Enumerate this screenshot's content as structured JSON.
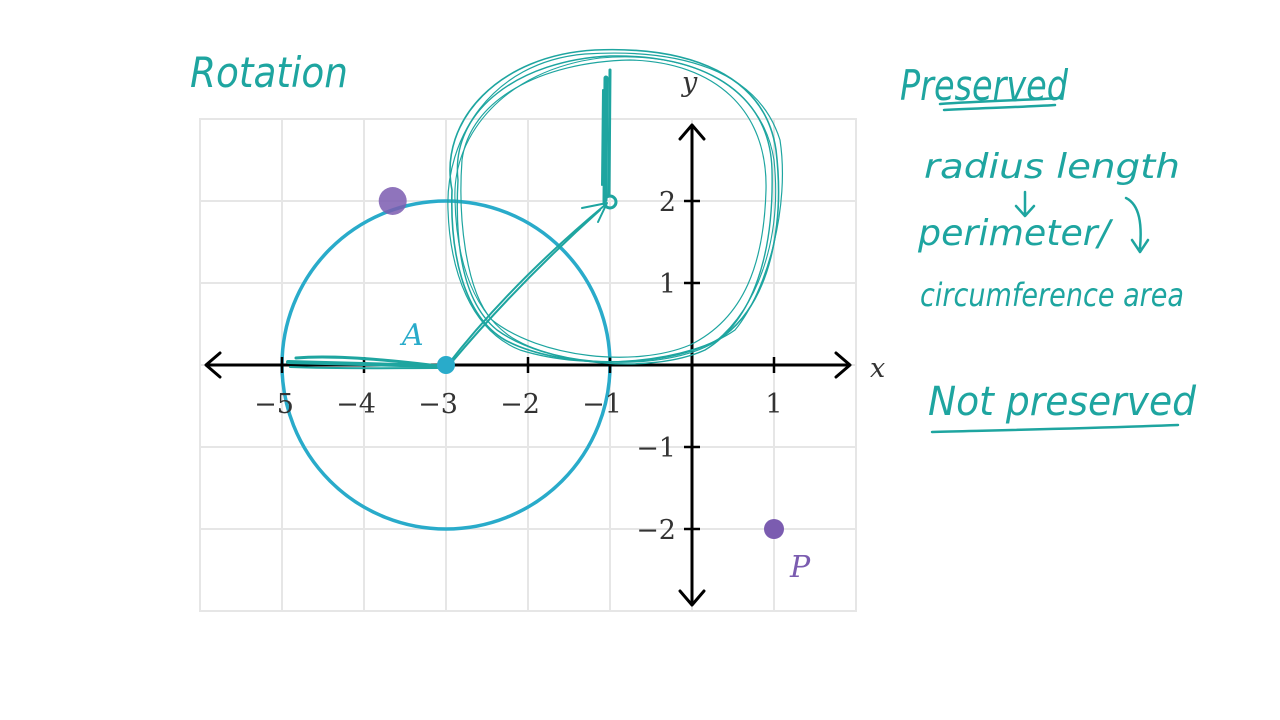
{
  "title": "Rotation",
  "colors": {
    "ink": "#1ea5a0",
    "circle": "#29abca",
    "purple": "#7b5cb0",
    "grid": "#e6e6e6",
    "axis": "#000000",
    "text": "#333333"
  },
  "graph": {
    "x_axis_label": "x",
    "y_axis_label": "y",
    "x_range": [
      -6,
      2
    ],
    "y_range": [
      -3,
      3
    ],
    "x_tick_labels": [
      {
        "value": -5,
        "text": "−5"
      },
      {
        "value": -4,
        "text": "−4"
      },
      {
        "value": -3,
        "text": "−3"
      },
      {
        "value": -2,
        "text": "−2"
      },
      {
        "value": -1,
        "text": "−1"
      },
      {
        "value": 1,
        "text": "1"
      }
    ],
    "y_tick_labels": [
      {
        "value": 2,
        "text": "2"
      },
      {
        "value": 1,
        "text": "1"
      },
      {
        "value": -1,
        "text": "−1"
      },
      {
        "value": -2,
        "text": "−2"
      }
    ],
    "circle": {
      "center": [
        -3,
        0
      ],
      "radius": 2
    },
    "point_A": {
      "label": "A",
      "coords": [
        -3,
        0
      ]
    },
    "point_P": {
      "label": "P",
      "coords": [
        1,
        -2
      ]
    },
    "drag_point": {
      "coords": [
        -3.65,
        2
      ]
    }
  },
  "notes": {
    "preserved_heading": "Preserved",
    "radius_length": "radius length",
    "perimeter": "perimeter/",
    "circumference_area": "circumference area",
    "not_preserved_heading": "Not preserved"
  }
}
